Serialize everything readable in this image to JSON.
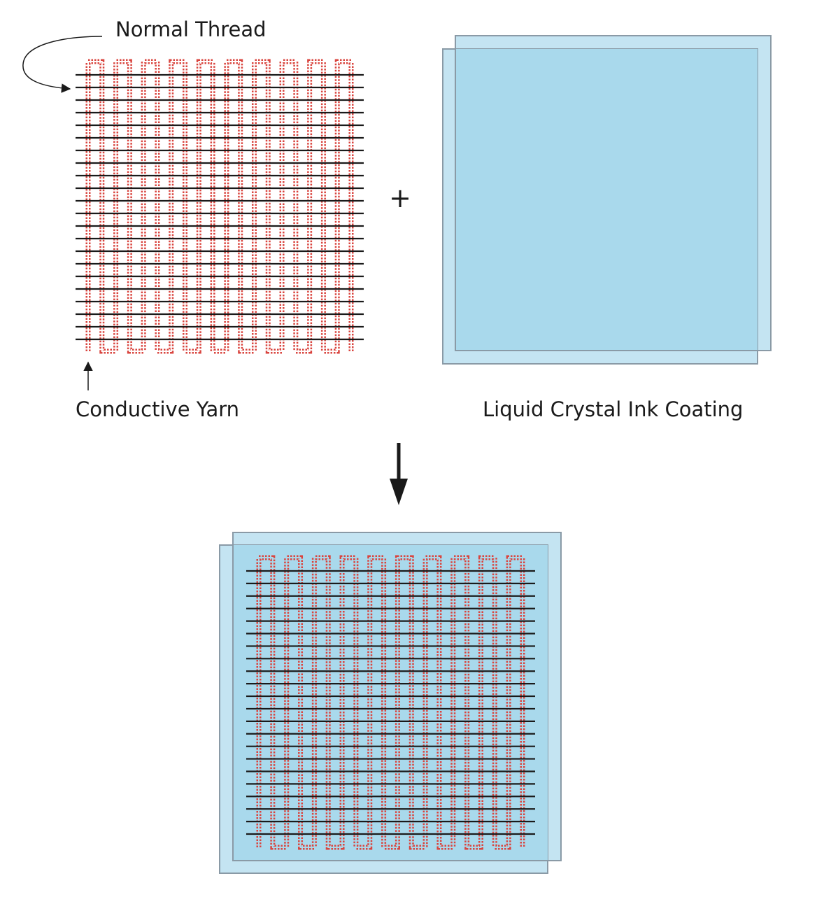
{
  "labels": {
    "normal_thread": "Normal Thread",
    "conductive_yarn": "Conductive Yarn",
    "liquid_crystal": "Liquid Crystal Ink Coating",
    "plus": "+"
  },
  "colors": {
    "yarn_red": "#d9453f",
    "thread_black": "#1a1a1a",
    "coating_fill": "#a9d9ec",
    "coating_light": "#c4e4f2",
    "coating_edge": "#8a9aa6",
    "arrow": "#1a1a1a"
  },
  "fabric": {
    "yarn_columns": 10,
    "thread_rows": 22
  }
}
